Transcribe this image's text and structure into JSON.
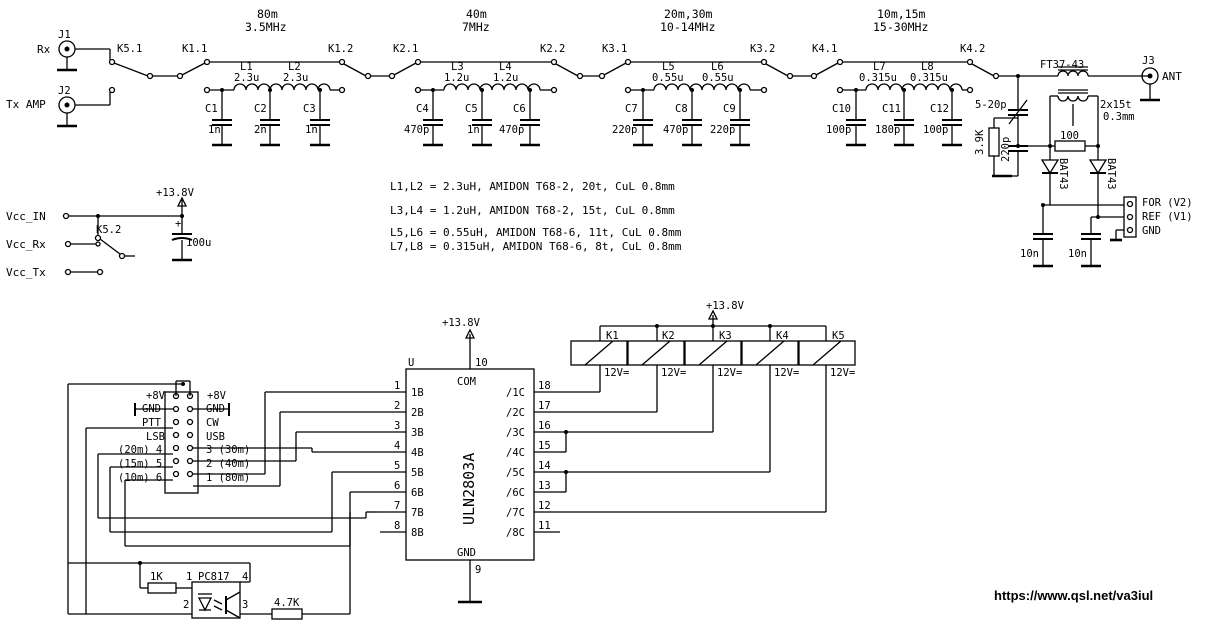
{
  "connectors": {
    "j1": "J1",
    "rx": "Rx",
    "j2": "J2",
    "tx_amp": "Tx AMP",
    "j3": "J3",
    "ant": "ANT"
  },
  "relays": {
    "k5_1": "K5.1",
    "k5_2": "K5.2",
    "k1_1": "K1.1",
    "k1_2": "K1.2",
    "k2_1": "K2.1",
    "k2_2": "K2.2",
    "k3_1": "K3.1",
    "k3_2": "K3.2",
    "k4_1": "K4.1",
    "k4_2": "K4.2"
  },
  "bands": {
    "b80_name": "80m",
    "b80_freq": "3.5MHz",
    "b40_name": "40m",
    "b40_freq": "7MHz",
    "b20_name": "20m,30m",
    "b20_freq": "10-14MHz",
    "b10_name": "10m,15m",
    "b10_freq": "15-30MHz"
  },
  "filter80": {
    "l1": "L1",
    "l1v": "2.3u",
    "l2": "L2",
    "l2v": "2.3u",
    "c1": "C1",
    "c1v": "1n",
    "c2": "C2",
    "c2v": "2n",
    "c3": "C3",
    "c3v": "1n"
  },
  "filter40": {
    "l3": "L3",
    "l3v": "1.2u",
    "l4": "L4",
    "l4v": "1.2u",
    "c4": "C4",
    "c4v": "470p",
    "c5": "C5",
    "c5v": "1n",
    "c6": "C6",
    "c6v": "470p"
  },
  "filter20": {
    "l5": "L5",
    "l5v": "0.55u",
    "l6": "L6",
    "l6v": "0.55u",
    "c7": "C7",
    "c7v": "220p",
    "c8": "C8",
    "c8v": "470p",
    "c9": "C9",
    "c9v": "220p"
  },
  "filter10": {
    "l7": "L7",
    "l7v": "0.315u",
    "l8": "L8",
    "l8v": "0.315u",
    "c10": "C10",
    "c10v": "100p",
    "c11": "C11",
    "c11v": "180p",
    "c12": "C12",
    "c12v": "100p"
  },
  "swr": {
    "core": "FT37-43",
    "trimmer": "5-20p",
    "winding": "2x15t",
    "wire": "0.3mm",
    "r1": "3.9K",
    "c": "220p",
    "r2": "100",
    "d1": "BAT43",
    "d2": "BAT43",
    "c_left": "10n",
    "c_right": "10n",
    "for": "FOR (V2)",
    "ref": "REF (V1)",
    "gnd": "GND"
  },
  "power": {
    "vcc_in": "Vcc_IN",
    "vcc_rx": "Vcc_Rx",
    "vcc_tx": "Vcc_Tx",
    "rail": "+13.8V",
    "cap": "100u"
  },
  "coil_notes": [
    "L1,L2 = 2.3uH,  AMIDON T68-2, 20t, CuL 0.8mm",
    "L3,L4 = 1.2uH,  AMIDON T68-2, 15t, CuL 0.8mm",
    "L5,L6 = 0.55uH, AMIDON T68-6, 11t, CuL 0.8mm",
    "L7,L8 = 0.315uH, AMIDON T68-6, 8t, CuL 0.8mm"
  ],
  "driver": {
    "ref": "U",
    "part": "ULN2803A",
    "rail": "+13.8V",
    "com": "COM",
    "com_pin": "10",
    "gnd": "GND",
    "gnd_pin": "9",
    "inputs": [
      {
        "pin": "1",
        "name": "1B"
      },
      {
        "pin": "2",
        "name": "2B"
      },
      {
        "pin": "3",
        "name": "3B"
      },
      {
        "pin": "4",
        "name": "4B"
      },
      {
        "pin": "5",
        "name": "5B"
      },
      {
        "pin": "6",
        "name": "6B"
      },
      {
        "pin": "7",
        "name": "7B"
      },
      {
        "pin": "8",
        "name": "8B"
      }
    ],
    "outputs": [
      {
        "pin": "18",
        "name": "/1C"
      },
      {
        "pin": "17",
        "name": "/2C"
      },
      {
        "pin": "16",
        "name": "/3C"
      },
      {
        "pin": "15",
        "name": "/4C"
      },
      {
        "pin": "14",
        "name": "/5C"
      },
      {
        "pin": "13",
        "name": "/6C"
      },
      {
        "pin": "12",
        "name": "/7C"
      },
      {
        "pin": "11",
        "name": "/8C"
      }
    ]
  },
  "coils": {
    "rail": "+13.8V",
    "k1": "K1",
    "k2": "K2",
    "k3": "K3",
    "k4": "K4",
    "k5": "K5",
    "rating": "12V="
  },
  "header": {
    "left": [
      "+8V",
      "GND",
      "PTT",
      "LSB",
      "(20m) 4",
      "(15m) 5",
      "(10m) 6"
    ],
    "right": [
      "+8V",
      "GND",
      "CW",
      "USB",
      "3 (30m)",
      "2 (40m)",
      "1 (80m)"
    ]
  },
  "opto": {
    "name": "PC817",
    "p1": "1",
    "p2": "2",
    "p3": "3",
    "p4": "4",
    "r_in": "1K",
    "r_out": "4.7K"
  },
  "footer": {
    "url": "https://www.qsl.net/va3iul"
  }
}
